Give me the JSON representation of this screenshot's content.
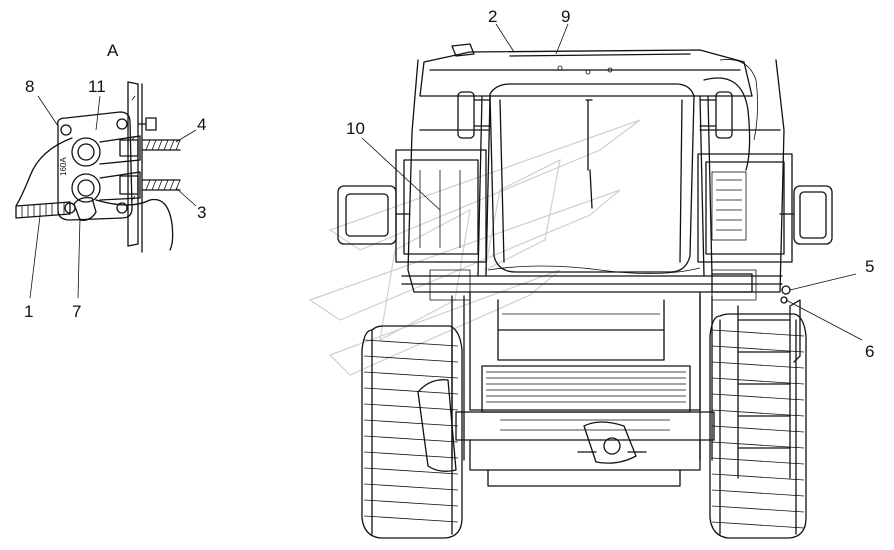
{
  "view_label": "A",
  "callouts": {
    "c1": "1",
    "c2": "2",
    "c3": "3",
    "c4": "4",
    "c5": "5",
    "c6": "6",
    "c7": "7",
    "c8": "8",
    "c9": "9",
    "c10": "10",
    "c11": "11"
  },
  "part_marking": "160А"
}
